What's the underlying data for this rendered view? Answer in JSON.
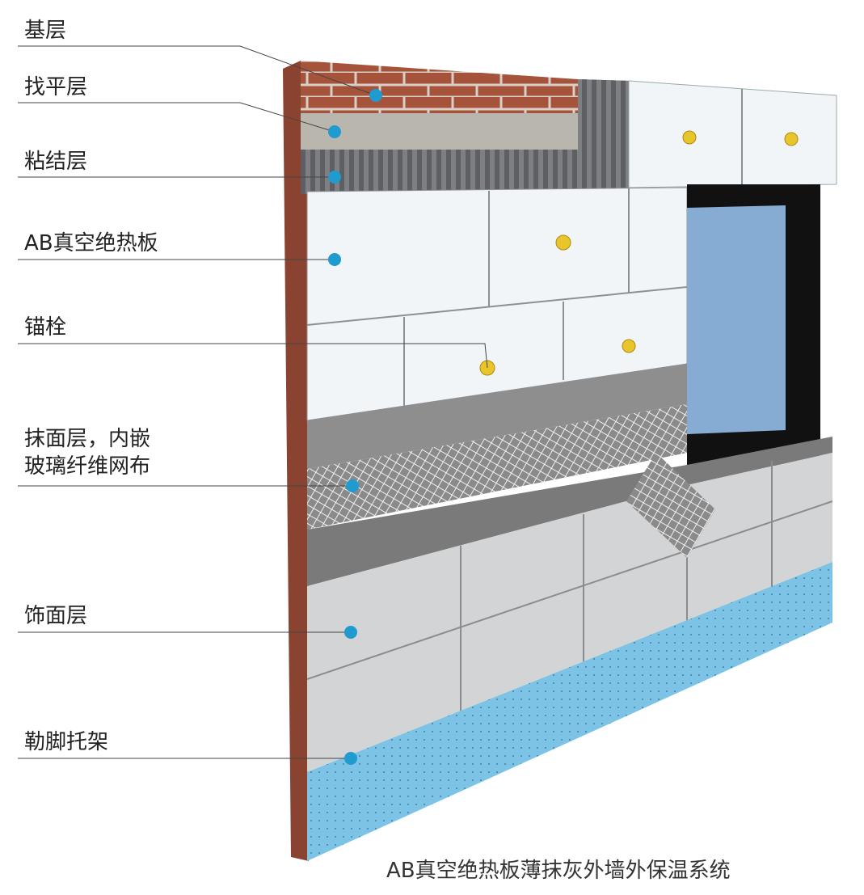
{
  "labels": {
    "base_layer": "基层",
    "leveling_layer": "找平层",
    "adhesive_layer": "粘结层",
    "insulation_board": "AB真空绝热板",
    "anchor": "锚栓",
    "render_layer_line1": "抹面层，内嵌",
    "render_layer_line2": "玻璃纤维网布",
    "finish_layer": "饰面层",
    "plinth_bracket": "勒脚托架"
  },
  "caption": "AB真空绝热板薄抹灰外墙外保温系统",
  "colors": {
    "marker": "#1f9bd0",
    "brick": "#a5533a",
    "plaster": "#b9b6ad",
    "insulation": "#f2f5f8",
    "anchor": "#e8c52a",
    "render": "#8e8e8e",
    "finish": "#d2d4d6",
    "plinth": "#7cc3e6",
    "window_frame": "#111111",
    "glass": "#87acd3"
  }
}
